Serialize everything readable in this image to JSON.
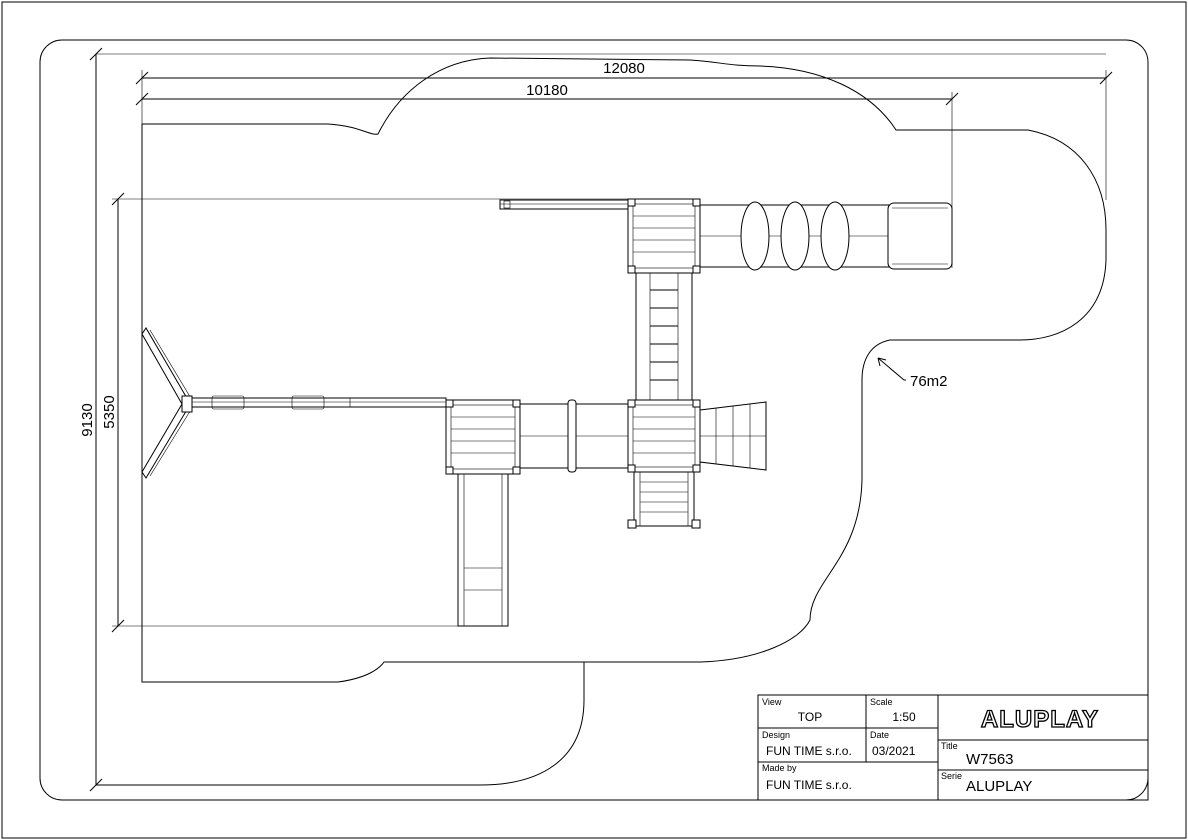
{
  "dimensions": {
    "overall_width": "12080",
    "play_width": "10180",
    "overall_height": "9130",
    "play_height": "5350",
    "area": "76m2"
  },
  "title_block": {
    "view_label": "View",
    "view_value": "TOP",
    "scale_label": "Scale",
    "scale_value": "1:50",
    "design_label": "Design",
    "design_value": "FUN TIME s.r.o.",
    "date_label": "Date",
    "date_value": "03/2021",
    "made_by_label": "Made by",
    "made_by_value": "FUN TIME s.r.o.",
    "title_label": "Title",
    "title_value": "W7563",
    "serie_label": "Serie",
    "serie_value": "ALUPLAY",
    "logo_text": "ALUPLAY"
  }
}
